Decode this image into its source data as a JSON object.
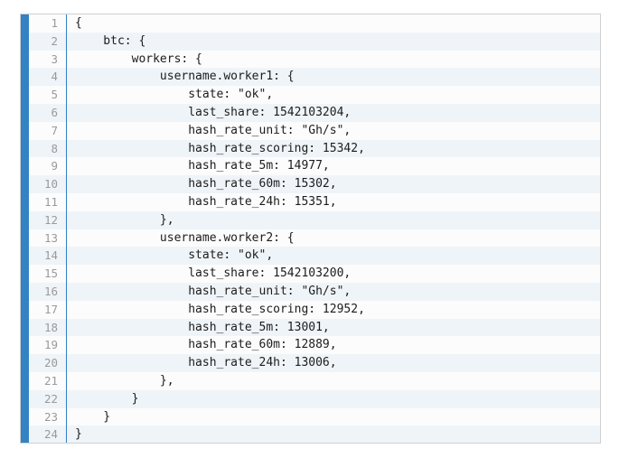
{
  "editor": {
    "name": "json-code-viewer",
    "accent_color": "#3282c4",
    "border_color": "#d0d0d0",
    "row_odd_color": "#fcfcfd",
    "row_even_color": "#eff4f8",
    "line_number_color": "#9a9a9a",
    "code_text_color": "#1c1c1c",
    "indent_unit": "    ",
    "total_lines": 24,
    "lines": [
      {
        "number": "1",
        "text": "{"
      },
      {
        "number": "2",
        "text": "    btc: {"
      },
      {
        "number": "3",
        "text": "        workers: {"
      },
      {
        "number": "4",
        "text": "            username.worker1: {"
      },
      {
        "number": "5",
        "text": "                state: \"ok\","
      },
      {
        "number": "6",
        "text": "                last_share: 1542103204,"
      },
      {
        "number": "7",
        "text": "                hash_rate_unit: \"Gh/s\","
      },
      {
        "number": "8",
        "text": "                hash_rate_scoring: 15342,"
      },
      {
        "number": "9",
        "text": "                hash_rate_5m: 14977,"
      },
      {
        "number": "10",
        "text": "                hash_rate_60m: 15302,"
      },
      {
        "number": "11",
        "text": "                hash_rate_24h: 15351,"
      },
      {
        "number": "12",
        "text": "            },"
      },
      {
        "number": "13",
        "text": "            username.worker2: {"
      },
      {
        "number": "14",
        "text": "                state: \"ok\","
      },
      {
        "number": "15",
        "text": "                last_share: 1542103200,"
      },
      {
        "number": "16",
        "text": "                hash_rate_unit: \"Gh/s\","
      },
      {
        "number": "17",
        "text": "                hash_rate_scoring: 12952,"
      },
      {
        "number": "18",
        "text": "                hash_rate_5m: 13001,"
      },
      {
        "number": "19",
        "text": "                hash_rate_60m: 12889,"
      },
      {
        "number": "20",
        "text": "                hash_rate_24h: 13006,"
      },
      {
        "number": "21",
        "text": "            },"
      },
      {
        "number": "22",
        "text": "        }"
      },
      {
        "number": "23",
        "text": "    }"
      },
      {
        "number": "24",
        "text": "}"
      }
    ]
  }
}
